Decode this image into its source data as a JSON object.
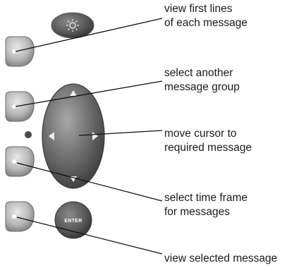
{
  "callouts": {
    "view_first": {
      "line1": "view first lines",
      "line2": "of each message"
    },
    "select_group": {
      "line1": "select another",
      "line2": "message group"
    },
    "move_cursor": {
      "line1": "move cursor to",
      "line2": "required message"
    },
    "time_frame": {
      "line1": "select time frame",
      "line2": "for messages"
    },
    "view_selected": {
      "line1": "view selected message"
    }
  },
  "enter_button": {
    "label": "ENTER"
  },
  "colors": {
    "button_fill": "#c8c8c8",
    "button_shadow": "#7a7a7a",
    "button_dark": "#4a4a4a",
    "dot": "#ffffff",
    "leader_line": "#111111"
  }
}
